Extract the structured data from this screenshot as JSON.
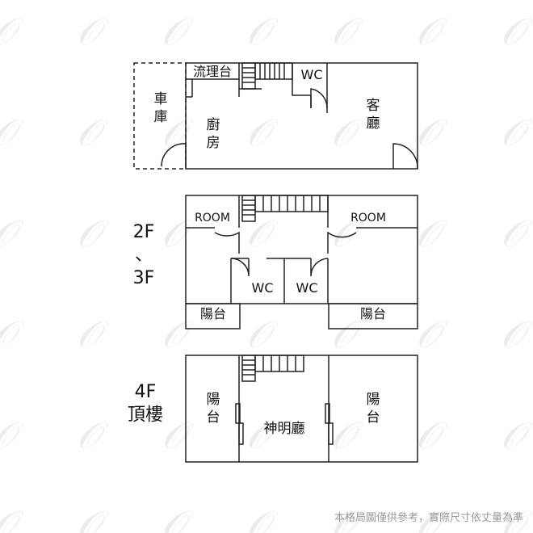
{
  "floors": {
    "f1": {
      "garage": "車\n庫",
      "counter": "流理台",
      "kitchen": "廚\n房",
      "wc": "WC",
      "living": "客\n廳"
    },
    "f23": {
      "floor_label": "2F\n、\n3F",
      "room_left": "ROOM",
      "room_right": "ROOM",
      "wc_left": "WC",
      "wc_right": "WC",
      "balcony_left": "陽台",
      "balcony_right": "陽台"
    },
    "f4": {
      "floor_label": "4F\n頂樓",
      "balcony_left": "陽\n台",
      "shrine": "神明廳",
      "balcony_right": "陽\n台"
    }
  },
  "disclaimer": "本格局圖僅供參考，實際尺寸依丈量為準",
  "colors": {
    "line": "#222222",
    "watermark": "#ececec",
    "note": "#9a9a9a"
  }
}
